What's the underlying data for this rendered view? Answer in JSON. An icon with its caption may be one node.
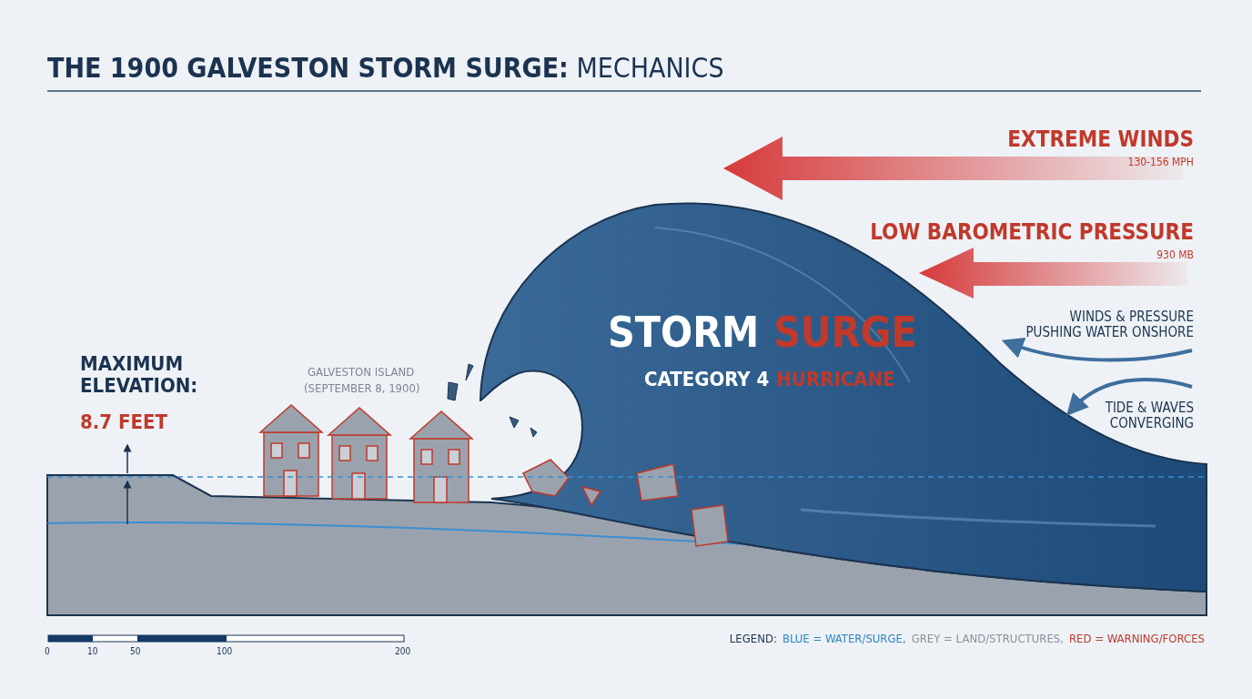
{
  "diagram": {
    "title": "**THE 1900 GALVESTON STORM SURGE:** MECHANICS",
    "labels": [
      "EXTREME WINDS",
      "130-156 MPH",
      "LOW BAROMETRIC PRESSURE",
      "930 MB",
      "STORM",
      "SURGE",
      "WINDS & PRESSURE PUSHING WATER ONSHORE",
      "CATEGORY 4",
      "HURRICANE",
      "TIDE & WAVES CONVERGING",
      "MAXIMUM ELEVATION:",
      "8.7 FEET",
      "GALVESTON ISLAND",
      "(SEPTEMBER 8, 1900)",
      "0",
      "10",
      "50",
      "100",
      "200",
      "LEGEND:"
    ],
    "legend": [
      {
        "text": "BLUE = WATER/SURGE,",
        "color": "#2e86c1"
      },
      {
        "text": "GREY = LAND/STRUCTURES,",
        "color": "#8a9099"
      },
      {
        "text": "RED = WARNING/FORCES",
        "color": "#c0392b"
      }
    ]
  }
}
